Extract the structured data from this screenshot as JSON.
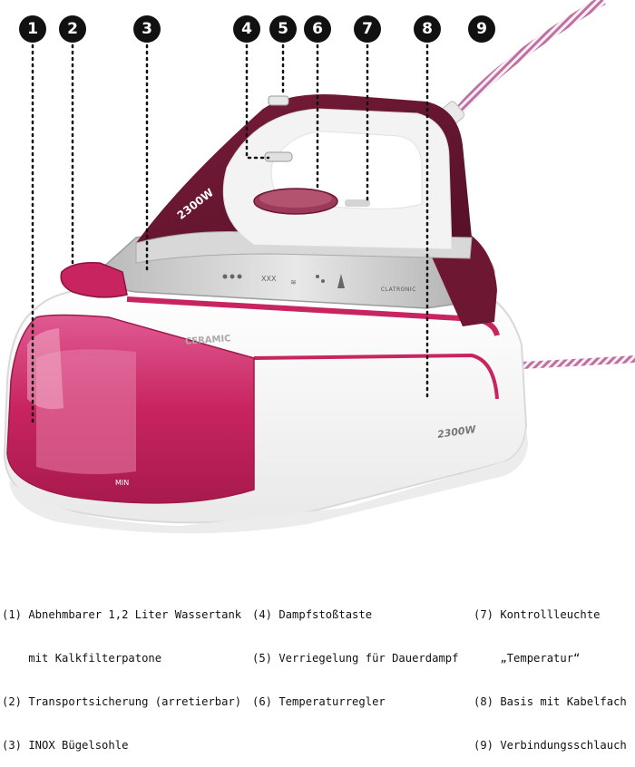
{
  "product": {
    "handle_label": "2300W",
    "base_label": "2300W",
    "base_coating_label": "CERAMIC",
    "tank_label": "MIN",
    "brand_label": "CLATRONIC",
    "colors": {
      "burgundy": "#6e1732",
      "magenta": "#c8245f",
      "pink_light": "#e983ad",
      "white": "#ffffff",
      "gray": "#c8c8c8"
    }
  },
  "callouts": [
    {
      "number": "1"
    },
    {
      "number": "2"
    },
    {
      "number": "3"
    },
    {
      "number": "4"
    },
    {
      "number": "5"
    },
    {
      "number": "6"
    },
    {
      "number": "7"
    },
    {
      "number": "8"
    },
    {
      "number": "9"
    }
  ],
  "captions": {
    "col1": [
      "(1) Abnehmbarer 1,2 Liter Wassertank",
      "    mit Kalkfilterpatone",
      "(2) Transportsicherung (arretierbar)",
      "(3) INOX Bügelsohle"
    ],
    "col2": [
      "(4) Dampfstoßtaste",
      "(5) Verriegelung für Dauerdampf",
      "(6) Temperaturregler"
    ],
    "col3": [
      "(7) Kontrollleuchte",
      "    „Temperatur“",
      "(8) Basis mit Kabelfach",
      "(9) Verbindungsschlauch"
    ]
  }
}
